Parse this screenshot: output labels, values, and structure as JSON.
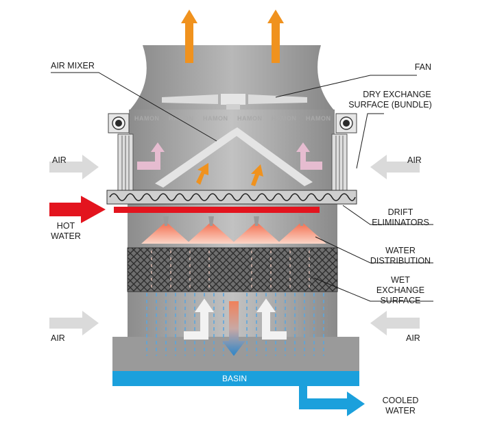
{
  "labels": {
    "air_mixer": "AIR MIXER",
    "fan": "FAN",
    "dry_exchange": [
      "DRY EXCHANGE",
      "SURFACE (BUNDLE)"
    ],
    "air_left_top": "AIR",
    "air_right_top": "AIR",
    "hot_water": [
      "HOT",
      "WATER"
    ],
    "drift_eliminators": [
      "DRIFT",
      "ELIMINATORS"
    ],
    "water_distribution": [
      "WATER",
      "DISTRIBUTION"
    ],
    "wet_exchange": [
      "WET",
      "EXCHANGE",
      "SURFACE"
    ],
    "air_left_bottom": "AIR",
    "air_right_bottom": "AIR",
    "basin": "BASIN",
    "cooled_water": [
      "COOLED",
      "WATER"
    ]
  },
  "brand_text": "HAMON",
  "colors": {
    "tower_gray": "#9c9c9c",
    "hot_red": "#e3141e",
    "exhaust_orange": "#f0921e",
    "basin_blue": "#1ba0dc",
    "cool_blue": "#2e86c8",
    "pink_arrow": "#e6bcd0",
    "inflow_arrow": "#dadada"
  }
}
